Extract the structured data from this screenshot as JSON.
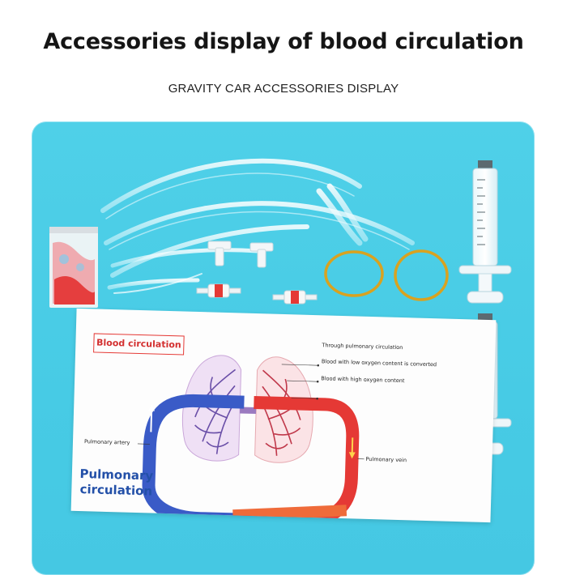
{
  "header": {
    "title": "Accessories display of blood circulation",
    "subtitle": "GRAVITY CAR ACCESSORIES DISPLAY"
  },
  "poster": {
    "title": "Blood circulation",
    "labels": {
      "through_pulmonary": "Through pulmonary circulation",
      "low_oxygen": "Blood with low oxygen content is converted",
      "high_oxygen": "Blood with high oxygen content",
      "pulmonary_artery": "Pulmonary artery",
      "pulmonary_vein": "Pulmonary vein"
    },
    "big_label_line1": "Pulmonary",
    "big_label_line2": "circulation"
  },
  "colors": {
    "panel": "#4ccde6",
    "blood_red": "#e53935",
    "blood_blue": "#3a5bc7",
    "rubber_band": "#d9a21f"
  }
}
